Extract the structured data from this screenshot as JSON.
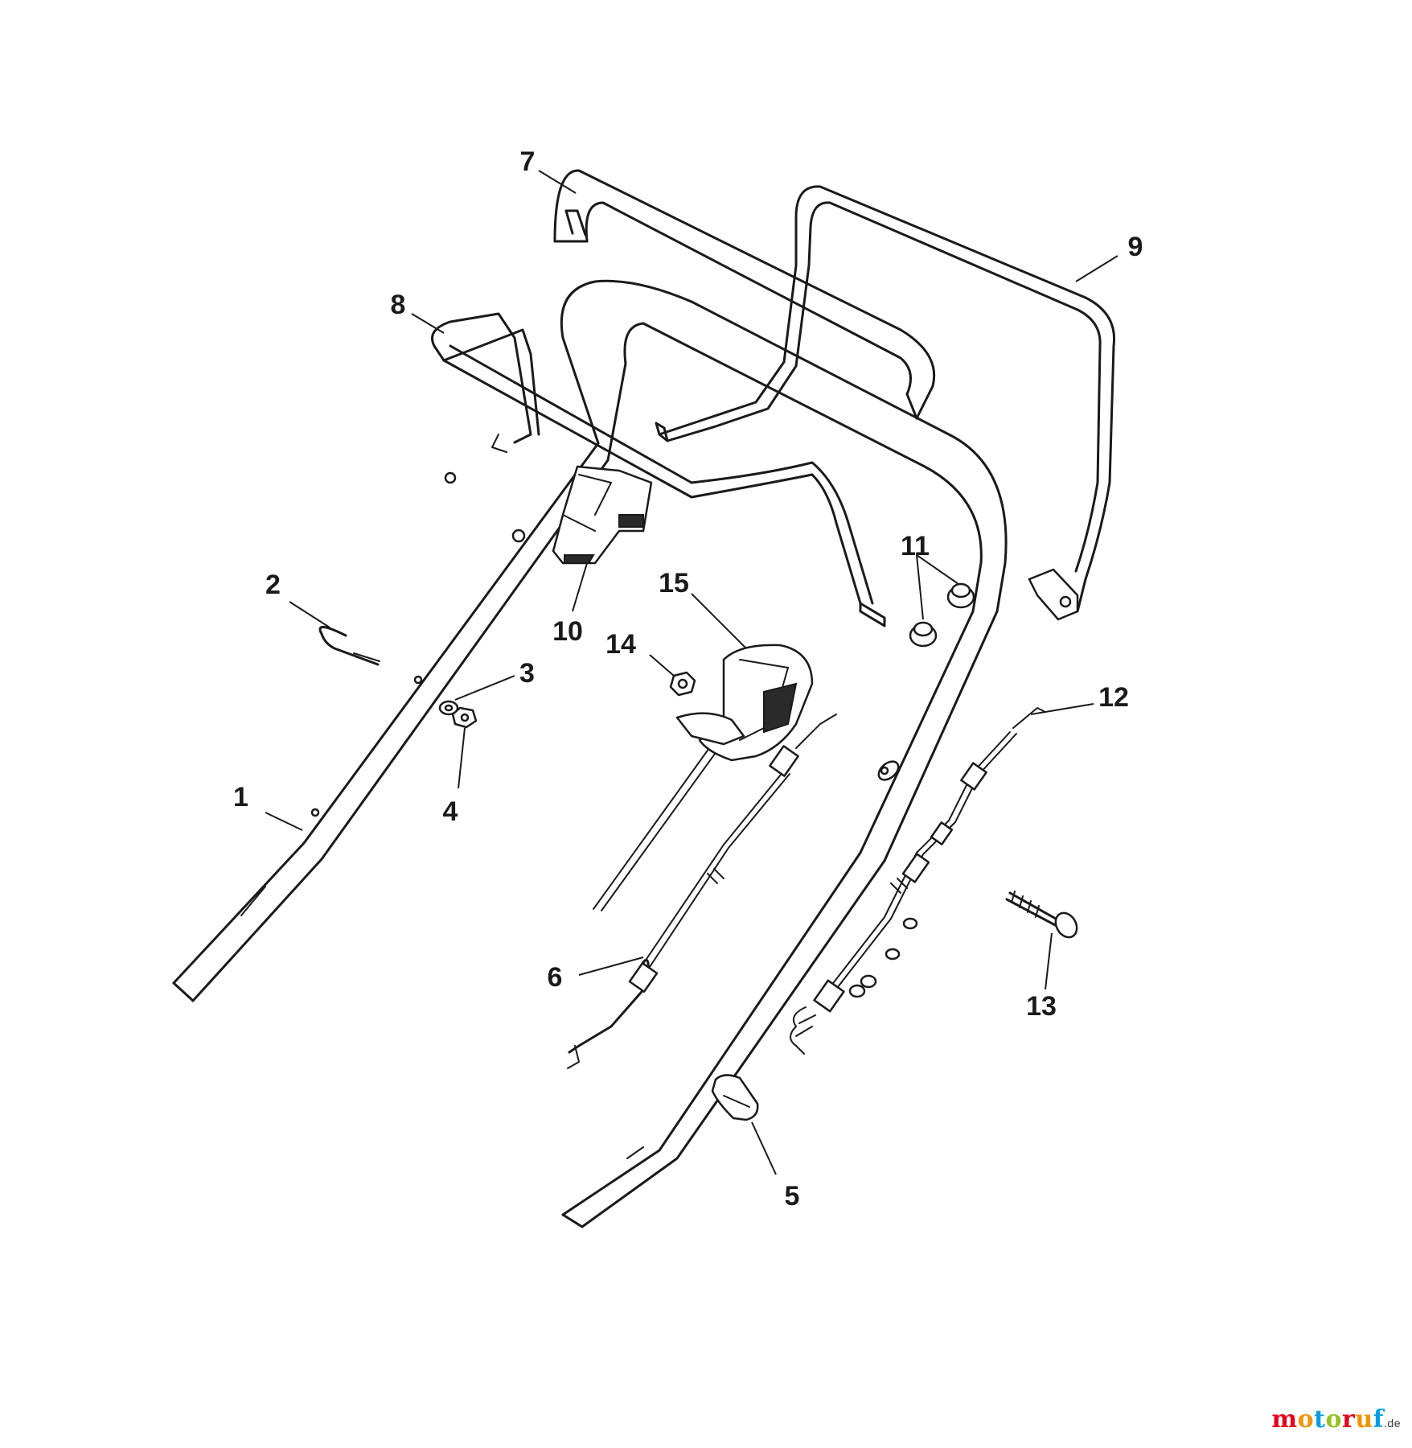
{
  "callouts": [
    {
      "id": "1",
      "label": "1"
    },
    {
      "id": "2",
      "label": "2"
    },
    {
      "id": "3",
      "label": "3"
    },
    {
      "id": "4",
      "label": "4"
    },
    {
      "id": "5",
      "label": "5"
    },
    {
      "id": "6",
      "label": "6"
    },
    {
      "id": "7",
      "label": "7"
    },
    {
      "id": "8",
      "label": "8"
    },
    {
      "id": "9",
      "label": "9"
    },
    {
      "id": "10",
      "label": "10"
    },
    {
      "id": "11",
      "label": "11"
    },
    {
      "id": "12",
      "label": "12"
    },
    {
      "id": "13",
      "label": "13"
    },
    {
      "id": "14",
      "label": "14"
    },
    {
      "id": "15",
      "label": "15"
    }
  ],
  "watermark": {
    "name_letters": [
      "m",
      "o",
      "t",
      "o",
      "r",
      "u",
      "f"
    ],
    "tld": ".de",
    "colors": [
      "#e2001a",
      "#f39200",
      "#009fe3",
      "#95c11f",
      "#e2001a",
      "#f39200",
      "#009fe3"
    ]
  }
}
